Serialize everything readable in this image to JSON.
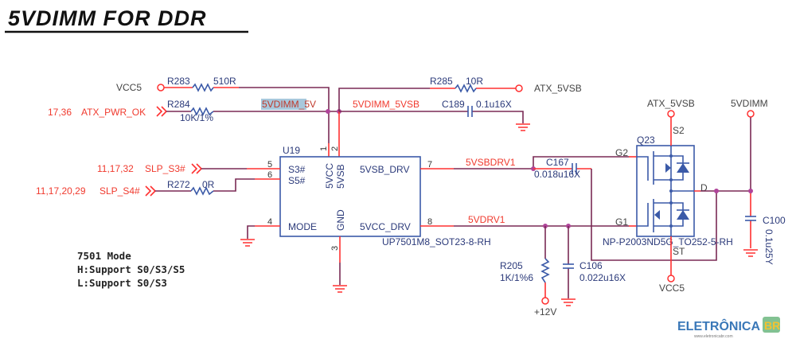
{
  "title": "5VDIMM FOR DDR",
  "nets": {
    "vcc5": "VCC5",
    "atx_5vsb": "ATX_5VSB",
    "atx_pwr_ok": "ATX_PWR_OK",
    "atx_pwr_ok_refs": "17,36",
    "slp_s3": "SLP_S3#",
    "slp_s3_refs": "11,17,32",
    "slp_s4": "SLP_S4#",
    "slp_s4_refs": "11,17,20,29",
    "n_5vdimm_5v": "5VDIMM_5V",
    "n_5vdimm_5vsb": "5VDIMM_5VSB",
    "n_5vsbdrv1": "5VSBDRV1",
    "n_5vdrv1": "5VDRV1",
    "plus12v": "+12V",
    "vdimm": "5VDIMM"
  },
  "components": {
    "r283": {
      "ref": "R283",
      "value": "510R"
    },
    "r284": {
      "ref": "R284",
      "value": "10K/1%"
    },
    "r285": {
      "ref": "R285",
      "value": "10R"
    },
    "r272": {
      "ref": "R272",
      "value": "0R"
    },
    "r205": {
      "ref": "R205",
      "value": "1K/1%6"
    },
    "c189": {
      "ref": "C189",
      "value": "0.1u16X"
    },
    "c167": {
      "ref": "C167",
      "value": "0.018u16X"
    },
    "c106": {
      "ref": "C106",
      "value": "0.022u16X"
    },
    "c100": {
      "ref": "C100",
      "value": "0.1u25Y"
    },
    "u19": {
      "ref": "U19",
      "part": "UP7501M8_SOT23-8-RH",
      "pins": {
        "s3": "S3#",
        "s5": "S5#",
        "mode": "MODE",
        "vcc": "5VCC",
        "vsb": "5VSB",
        "gnd": "GND",
        "vsb_drv": "5VSB_DRV",
        "vcc_drv": "5VCC_DRV"
      },
      "pin_numbers": {
        "p1": "1",
        "p2": "2",
        "p3": "3",
        "p4": "4",
        "p5": "5",
        "p6": "6",
        "p7": "7",
        "p8": "8"
      }
    },
    "q23": {
      "ref": "Q23",
      "part": "NP-P2003ND5G_TO252-5-RH",
      "pins": {
        "g1": "G1",
        "g2": "G2",
        "s1": "ST",
        "s2": "S2",
        "d": "D"
      }
    }
  },
  "notes": [
    "7501 Mode",
    "H:Support S0/S3/S5",
    "L:Support S0/S3"
  ],
  "logo": {
    "text": "ELETRÔNICA",
    "badge": "BR",
    "url": "www.eletronicabr.com"
  },
  "colors": {
    "wire_red": "#ff3030",
    "wire_purple": "#7a2a55",
    "component": "#3b5aa8",
    "net_label": "#f03a2e",
    "highlight": "#a8c8dc"
  }
}
